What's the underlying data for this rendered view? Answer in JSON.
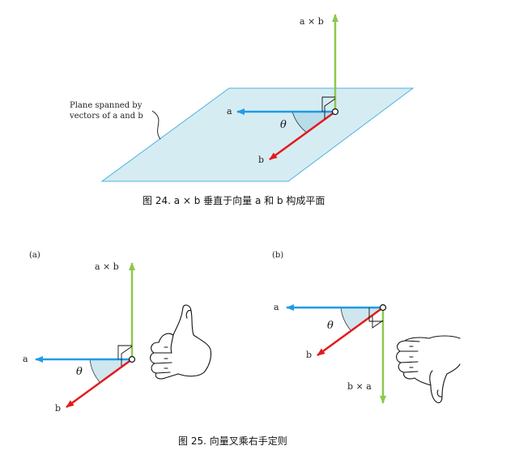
{
  "fig24": {
    "label_axb": "a × b",
    "label_a": "a",
    "label_b": "b",
    "theta": "θ",
    "plane_note_line1": "Plane spanned by",
    "plane_note_line2": "vectors of a and b",
    "caption": "图 24. a × b 垂直于向量 a 和 b 构成平面"
  },
  "fig25": {
    "panel_a": {
      "tag": "(a)",
      "label_axb": "a × b",
      "label_a": "a",
      "label_b": "b",
      "theta": "θ"
    },
    "panel_b": {
      "tag": "(b)",
      "label_bxa": "b × a",
      "label_a": "a",
      "label_b": "b",
      "theta": "θ"
    },
    "caption": "图 25. 向量叉乘右手定则"
  },
  "colors": {
    "vector_a": "#1e9be8",
    "vector_b": "#e31a1c",
    "cross": "#8cc84b",
    "plane_fill": "#d6ecf3",
    "plane_edge": "#4fb3e0"
  },
  "icons": [
    "thumbs-up-hand-icon",
    "thumbs-down-hand-icon"
  ]
}
